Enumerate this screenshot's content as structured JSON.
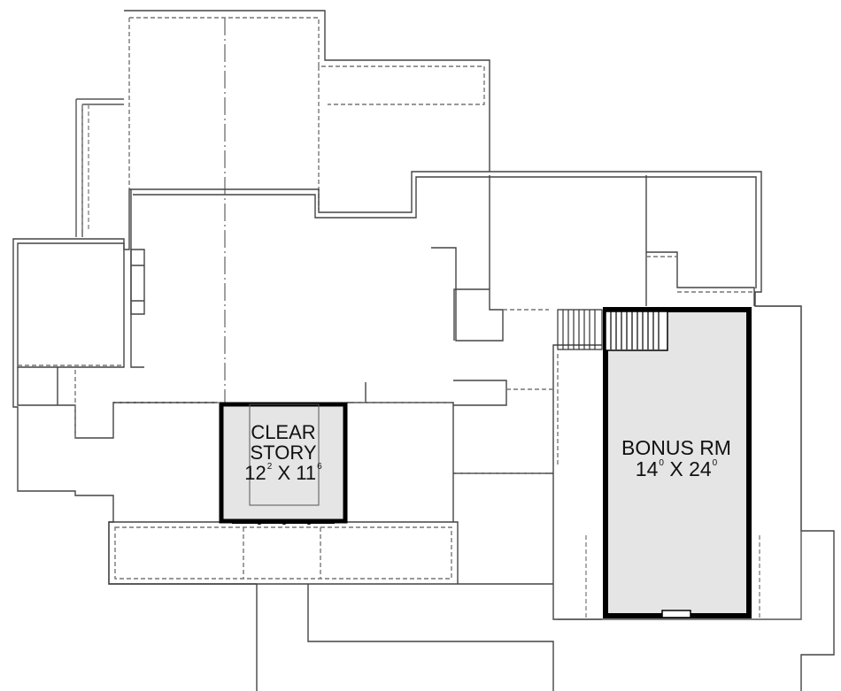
{
  "rooms": {
    "clear_story": {
      "name_line1": "CLEAR",
      "name_line2": "STORY",
      "width_ft": "12",
      "width_in": "2",
      "depth_ft": "11",
      "depth_in": "6",
      "separator": "X"
    },
    "bonus_room": {
      "name": "BONUS RM",
      "width_ft": "14",
      "width_in": "0",
      "depth_ft": "24",
      "depth_in": "0",
      "separator": "X"
    }
  },
  "colors": {
    "wall": "#333333",
    "thin_line": "#555555",
    "highlight_fill": "#e5e5e5",
    "highlight_outline": "#000000",
    "background": "#ffffff"
  }
}
